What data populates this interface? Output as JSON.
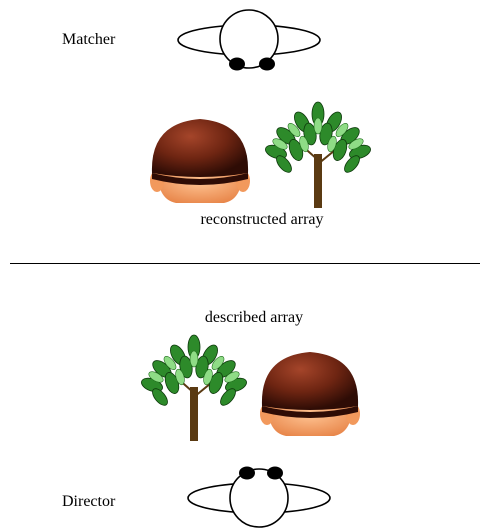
{
  "top_person": {
    "role_label": "Matcher",
    "icon": "person-top-view-icon"
  },
  "bottom_person": {
    "role_label": "Director",
    "icon": "person-top-view-icon"
  },
  "reconstructed_array": {
    "caption": "reconstructed array",
    "items": [
      "head-icon",
      "tree-icon"
    ]
  },
  "described_array": {
    "caption": "described array",
    "items": [
      "tree-icon",
      "head-icon"
    ]
  },
  "colors": {
    "hair_dark": "#3a1208",
    "hair_mid": "#7a2c16",
    "skin": "#f7a86a",
    "leaf_dark": "#1f6d1c",
    "leaf_light": "#7ed27a",
    "trunk": "#5a3a12"
  }
}
